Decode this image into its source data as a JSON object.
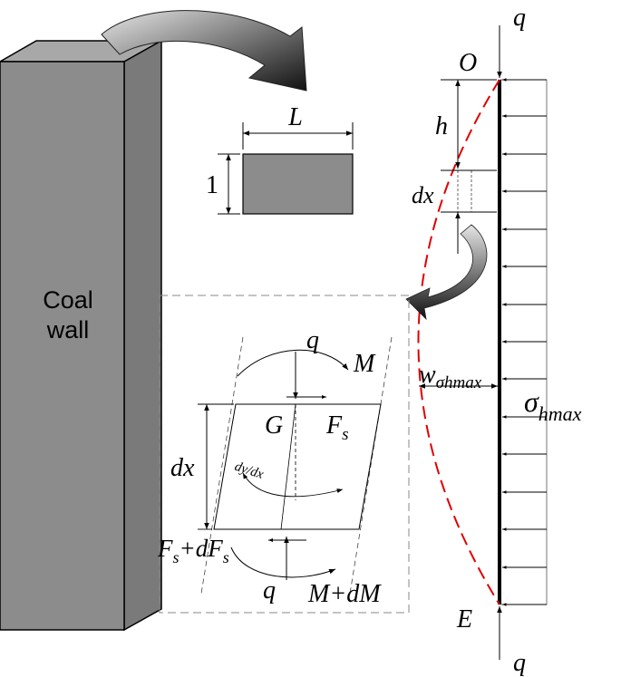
{
  "coal_wall": {
    "line1": "Coal",
    "line2": "wall"
  },
  "cross_section": {
    "width_label": "L",
    "height_label": "1"
  },
  "beam": {
    "top_load": "q",
    "bottom_load": "q",
    "top_point": "O",
    "bottom_point": "E",
    "depth_label": "h",
    "element_label": "dx",
    "deflection_label": "w",
    "deflection_subscript": "σhmax",
    "stress_label": "σ",
    "stress_subscript": "hmax"
  },
  "element": {
    "top_shear_load": "q",
    "top_moment": "M",
    "centroid": "G",
    "shear_force": "F",
    "shear_subscript": "s",
    "length": "dx",
    "slope": "dy/dx",
    "bottom_shear_force": "F",
    "bottom_shear_sub1": "s",
    "bottom_shear_plus": "+dF",
    "bottom_shear_sub2": "s",
    "bottom_load": "q",
    "bottom_moment": "M+dM"
  },
  "colors": {
    "wall_front": "#8c8c8c",
    "wall_side": "#7a7a7a",
    "wall_top": "#a8a8a8",
    "section": "#8c8c8c",
    "curve": "#e00000"
  }
}
